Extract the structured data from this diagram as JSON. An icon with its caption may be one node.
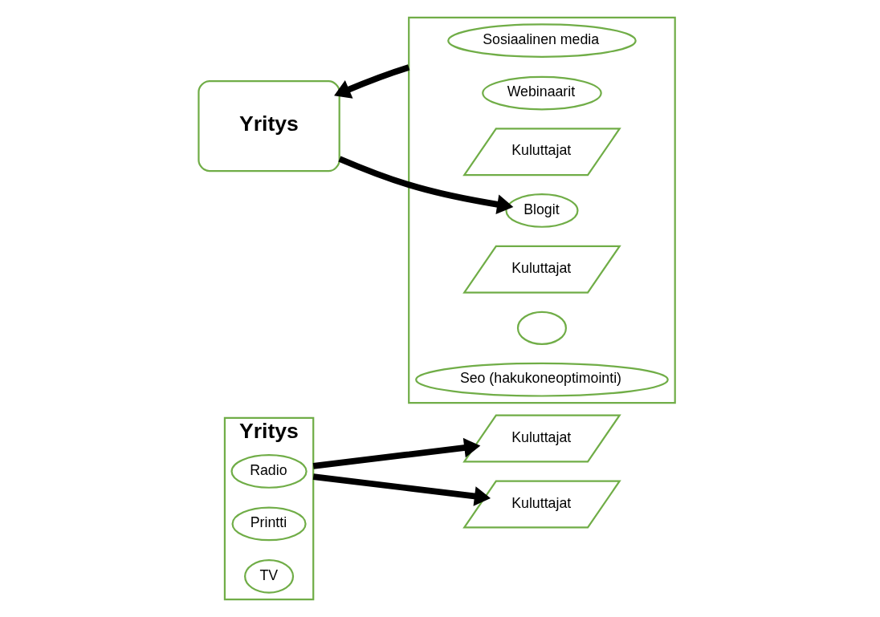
{
  "diagram": {
    "nodes": [
      {
        "text": [
          "Yritys"
        ]
      },
      {
        "text": [
          "Radio"
        ],
        "in": 0
      },
      {
        "text": [
          "Printti"
        ],
        "in": 0
      },
      {
        "text": [
          "TV"
        ],
        "in": 0
      },
      {
        "text": [
          "Kuluttajat"
        ]
      },
      {
        "text": [
          "Kuluttajat"
        ]
      },
      {
        "text": [
          "Yritys"
        ]
      },
      {
        "text": [],
        "shape": "box"
      },
      {
        "text": [
          "Sosiaalinen media"
        ],
        "in": 7
      },
      {
        "text": [
          "Webinaarit"
        ],
        "in": 7
      },
      {
        "text": [
          "Kuluttajat"
        ],
        "in": 7
      },
      {
        "text": [
          "Blogit"
        ],
        "in": 7
      },
      {
        "text": [
          "Kuluttajat"
        ],
        "in": 7
      },
      {
        "text": [],
        "shape": "ellipse",
        "in": 7
      },
      {
        "text": [
          "Seo (hakukoneoptimointi)"
        ],
        "in": 7
      }
    ],
    "edges": [
      {
        "from": 0,
        "to": 4,
        "arrow": "to"
      },
      {
        "from": 0,
        "to": 5,
        "arrow": "to"
      },
      {
        "from": 7,
        "to": 6,
        "arrow": "to"
      },
      {
        "from": 6,
        "to": 11,
        "arrow": "to"
      }
    ]
  }
}
